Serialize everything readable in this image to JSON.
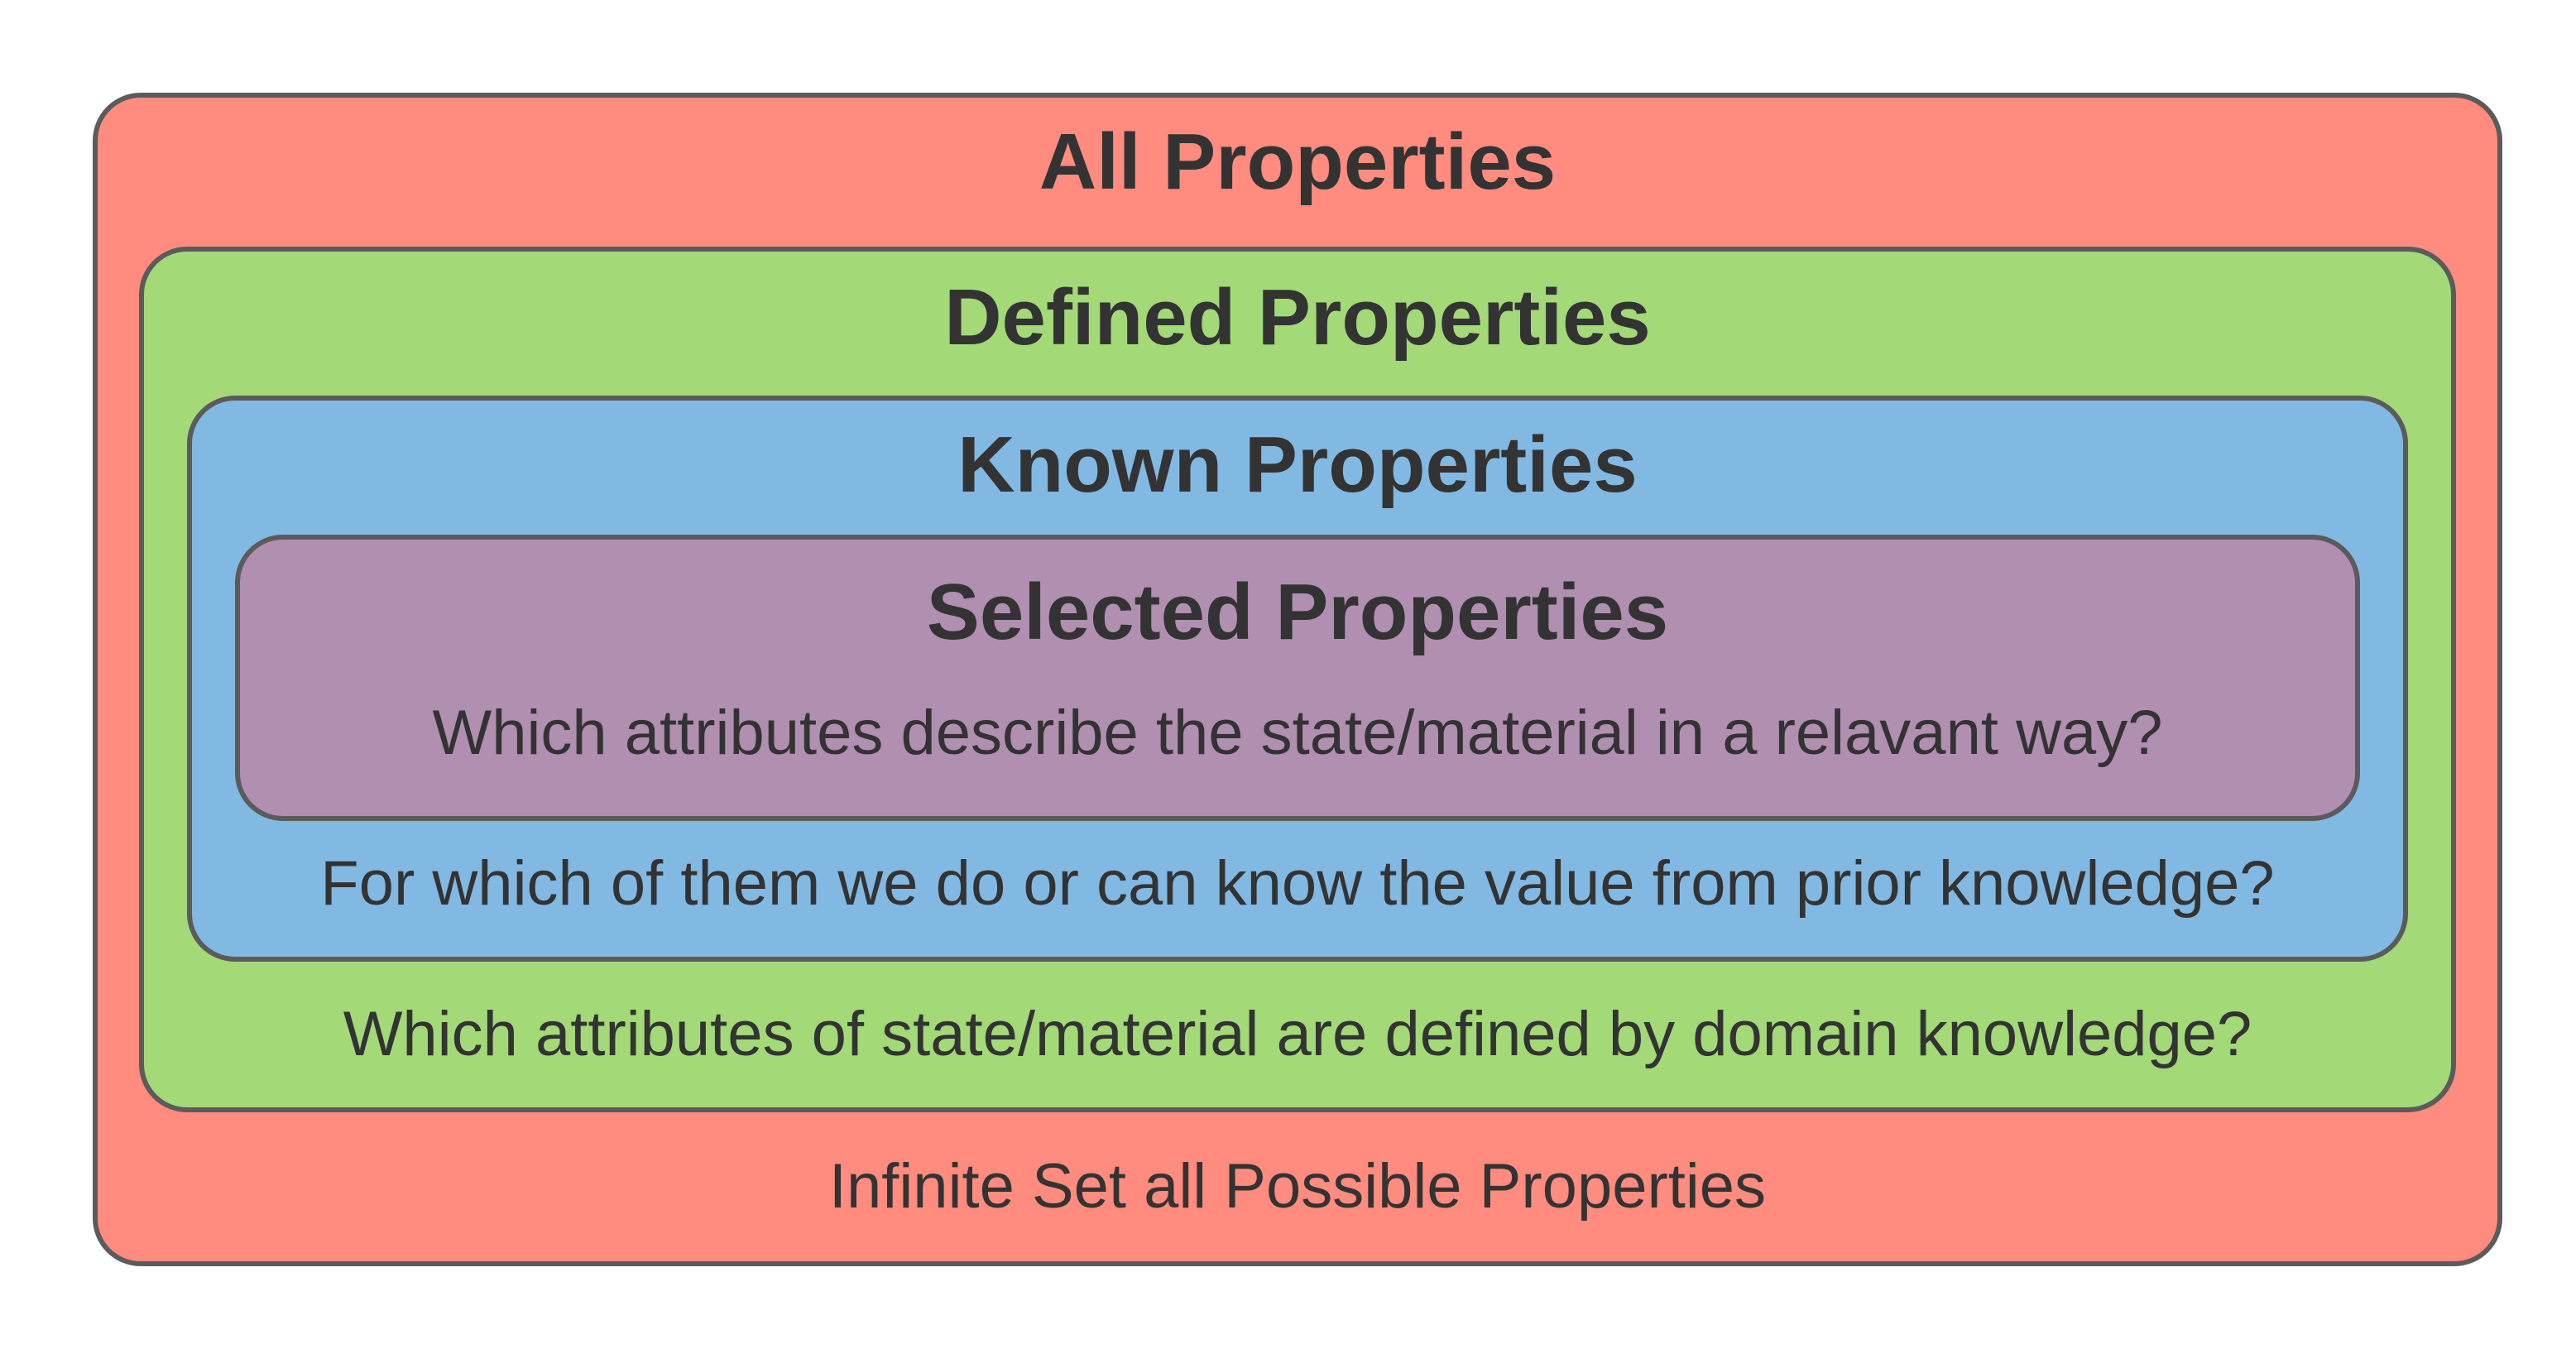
{
  "colors": {
    "all": "#ff8c7e",
    "defined": "#a3d977",
    "known": "#82b9e3",
    "selected": "#b18fb1",
    "border": "#5b5b5b",
    "text": "#333333"
  },
  "all": {
    "title": "All Properties",
    "description": "Infinite Set all Possible Properties"
  },
  "defined": {
    "title": "Defined Properties",
    "description": "Which attributes of state/material are defined by domain knowledge?"
  },
  "known": {
    "title": "Known Properties",
    "description": "For which of them we do or can know the value from prior knowledge?"
  },
  "selected": {
    "title": "Selected Properties",
    "description": "Which attributes describe the state/material in a relavant way?"
  }
}
